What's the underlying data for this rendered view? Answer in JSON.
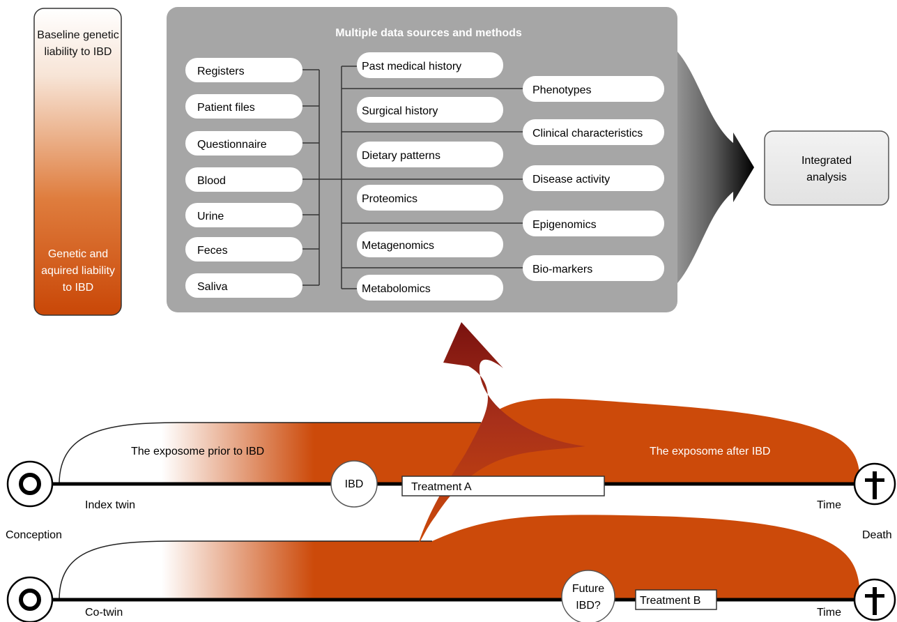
{
  "liability_bar": {
    "top_label": [
      "Baseline genetic",
      "liability to IBD"
    ],
    "bottom_label": [
      "Genetic and",
      "aquired liability",
      "to IBD"
    ],
    "colors": {
      "top": "#ffffff",
      "bottom": "#cc4a0a"
    }
  },
  "panel": {
    "title": "Multiple data sources and methods",
    "sources": [
      "Registers",
      "Patient files",
      "Questionnaire",
      "Blood",
      "Urine",
      "Feces",
      "Saliva"
    ],
    "methods": [
      "Past medical history",
      "Surgical history",
      "Dietary patterns",
      "Proteomics",
      "Metagenomics",
      "Metabolomics"
    ],
    "outcomes": [
      "Phenotypes",
      "Clinical characteristics",
      "Disease activity",
      "Epigenomics",
      "Bio-markers"
    ],
    "colors": {
      "background": "#a6a6a6",
      "pill": "#ffffff"
    }
  },
  "integrated": {
    "label": [
      "Integrated",
      "analysis"
    ]
  },
  "timeline": {
    "exposome_prior": "The exposome prior to IBD",
    "exposome_after": "The exposome after IBD",
    "index_twin": "Index twin",
    "co_twin": "Co-twin",
    "conception": "Conception",
    "death": "Death",
    "time": "Time",
    "ibd": "IBD",
    "future_ibd": [
      "Future",
      "IBD?"
    ],
    "treatment_a": "Treatment A",
    "treatment_b": "Treatment B",
    "colors": {
      "exposome": "#cc4a0a",
      "arrow_dark": "#8a1a12"
    }
  }
}
